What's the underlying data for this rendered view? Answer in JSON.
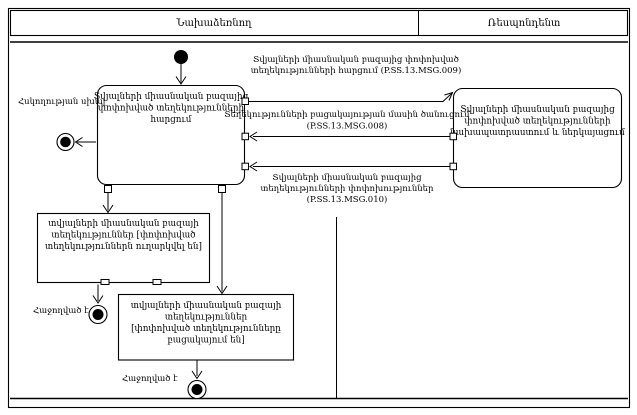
{
  "diagram": {
    "kind": "uml-activity-diagram",
    "lanes": {
      "initiator": "Նախաձեռնող",
      "respondent": "Ռեսպոնդենտ"
    },
    "activities": {
      "request": {
        "lines": [
          "Տվյալների միասնական բազայից",
          "փոփոխված տեղեկությունների",
          "հարցում"
        ]
      },
      "prepare": {
        "lines": [
          "Տվյալների միասնական բազայից",
          "փոփոխված տեղեկությունների",
          "նախապատրաստում և ներկայացում"
        ]
      }
    },
    "messages": {
      "msg009": {
        "code": "P.SS.13.MSG.009",
        "lines": [
          "Տվյալների միասնական բազայից փոփոխված",
          "տեղեկությունների հարցում (P.SS.13.MSG.009)"
        ]
      },
      "msg008": {
        "code": "P.SS.13.MSG.008",
        "lines": [
          "Տեղեկությունների բացակայության մասին ծանուցում",
          "(P.SS.13.MSG.008)"
        ]
      },
      "msg010": {
        "code": "P.SS.13.MSG.010",
        "lines": [
          "Տվյալների միասնական բազայից",
          "տեղեկությունների փոփոխություններ",
          "(P.SS.13.MSG.010)"
        ]
      }
    },
    "objects": {
      "sent": {
        "lines": [
          "տվյալների միասնական բազայի",
          "տեղեկություններ  [փոփոխված",
          "տեղեկություններն ուղարկվել են]"
        ]
      },
      "absent": {
        "lines": [
          "տվյալների միասնական բազայի",
          "տեղեկություններ",
          "[փոփոխված տեղեկությունները",
          "բացակայում են]"
        ]
      }
    },
    "terminals": {
      "control_error": "Հսկողության սխալ",
      "success_1": "Հաջողված է",
      "success_2": "Հաջողված է"
    },
    "colors": {
      "line": "#000000",
      "text": "#000000",
      "background": "#ffffff"
    }
  }
}
